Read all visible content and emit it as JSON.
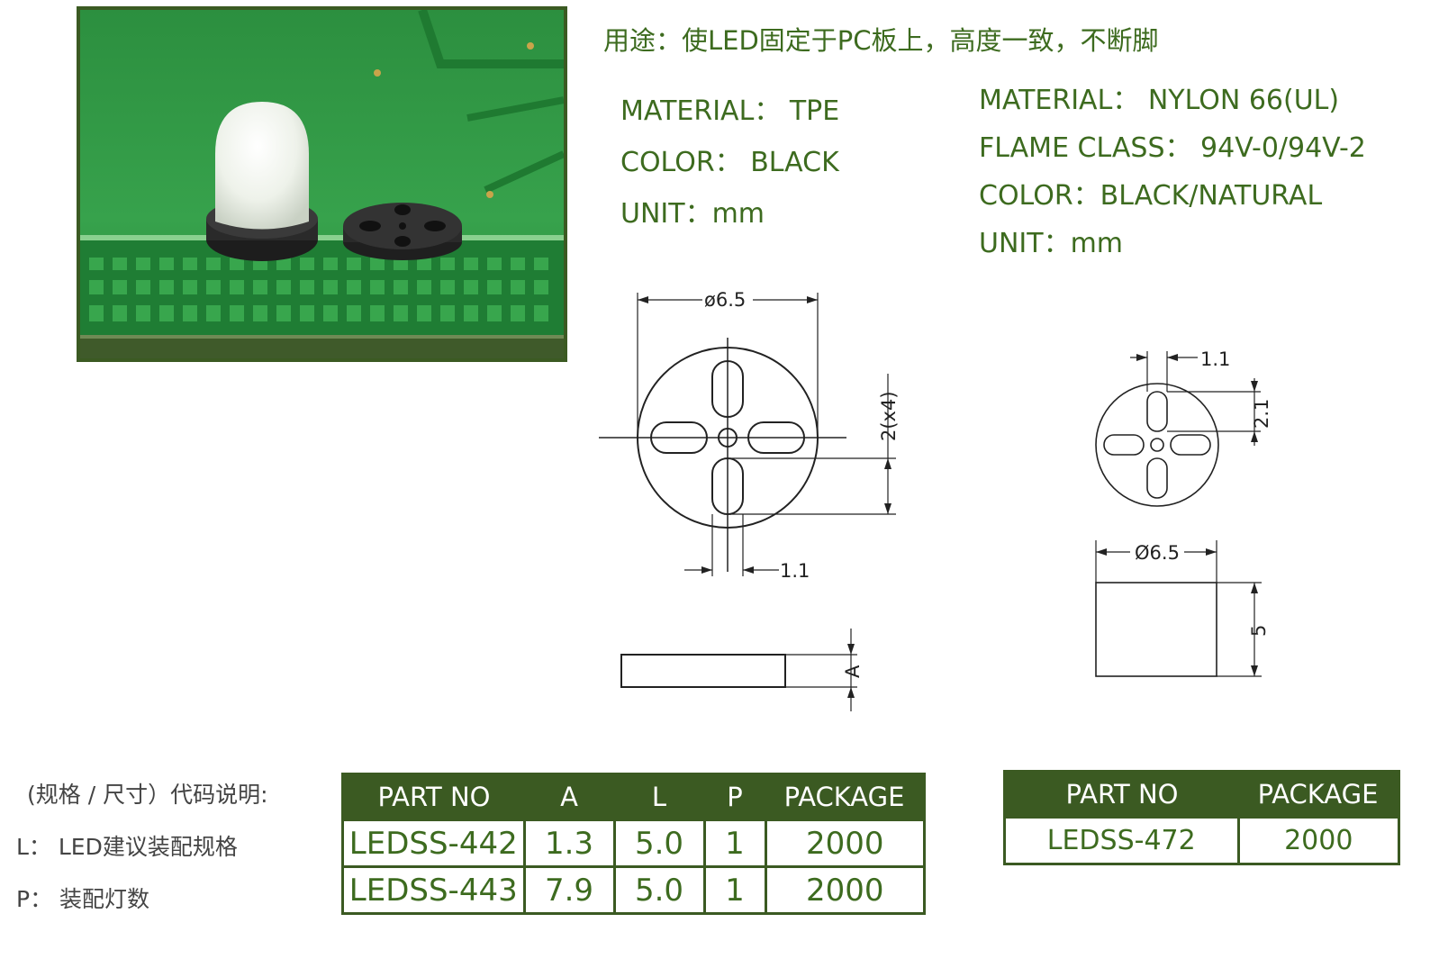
{
  "usage": "用途：使LED固定于PC板上，高度一致，不断脚",
  "spec_left": {
    "material": "MATERIAL： TPE",
    "color": "COLOR： BLACK",
    "unit": "UNIT：mm"
  },
  "spec_right": {
    "material": "MATERIAL： NYLON 66(UL)",
    "flame": "FLAME CLASS： 94V-0/94V-2",
    "color": "COLOR：BLACK/NATURAL",
    "unit": "UNIT：mm"
  },
  "drawing_left": {
    "diameter": "ø6.5",
    "slot_length": "2(x4)",
    "slot_width": "1.1",
    "height": "A"
  },
  "drawing_right": {
    "slot_width": "1.1",
    "slot_length": "2.1",
    "diameter": "Ø6.5",
    "height": "5"
  },
  "legend": {
    "title": "(规格 / 尺寸）代码说明:",
    "l": "L：  LED建议装配规格",
    "p": "P：  装配灯数"
  },
  "table1": {
    "headers": [
      "PART NO",
      "A",
      "L",
      "P",
      "PACKAGE"
    ],
    "rows": [
      [
        "LEDSS-442",
        "1.3",
        "5.0",
        "1",
        "2000"
      ],
      [
        "LEDSS-443",
        "7.9",
        "5.0",
        "1",
        "2000"
      ]
    ]
  },
  "table2": {
    "headers": [
      "PART NO",
      "PACKAGE"
    ],
    "rows": [
      [
        "LEDSS-472",
        "2000"
      ]
    ]
  },
  "colors": {
    "brand_green": "#3b5a22",
    "text_green": "#3d6b1f",
    "pcb_green": "#2f9a45"
  }
}
